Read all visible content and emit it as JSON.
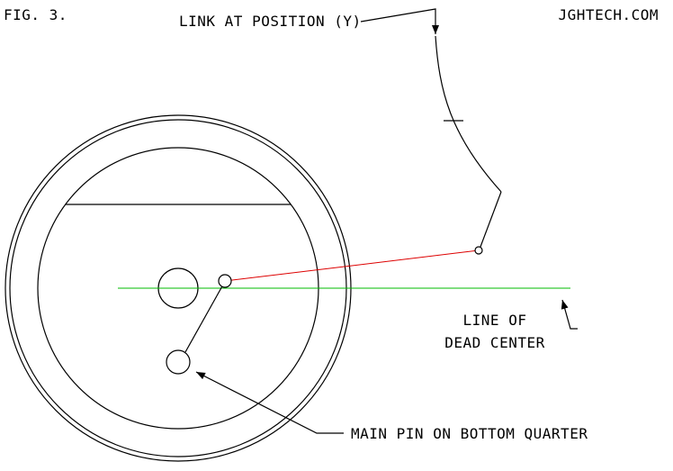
{
  "figure_label": "FIG. 3.",
  "site": "JGHTECH.COM",
  "labels": {
    "link_position": "LINK AT POSITION (Y)",
    "dead_center_line1": "LINE OF",
    "dead_center_line2": "DEAD CENTER",
    "main_pin": "MAIN PIN ON BOTTOM QUARTER"
  },
  "colors": {
    "line": "#000000",
    "connecting_rod": "#dd0000",
    "dead_center": "#00bb00",
    "background": "#ffffff"
  }
}
